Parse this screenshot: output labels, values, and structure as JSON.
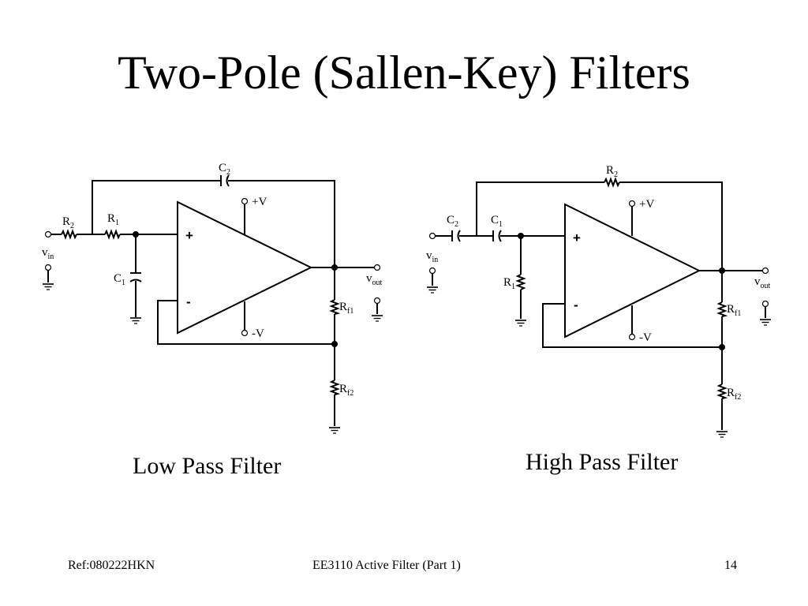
{
  "title": "Two-Pole (Sallen-Key) Filters",
  "low_pass": {
    "caption": "Low Pass Filter",
    "labels": {
      "R2": "R",
      "R2_sub": "2",
      "R1": "R",
      "R1_sub": "1",
      "C1": "C",
      "C1_sub": "1",
      "C2": "C",
      "C2_sub": "2",
      "vin": "v",
      "vin_sub": "in",
      "vout": "v",
      "vout_sub": "out",
      "Rf1": "R",
      "Rf1_sub": "f1",
      "Rf2": "R",
      "Rf2_sub": "f2",
      "plus_v": "+V",
      "minus_v": "-V",
      "plus_input": "+",
      "minus_input": "-"
    }
  },
  "high_pass": {
    "caption": "High Pass Filter",
    "labels": {
      "C2": "C",
      "C2_sub": "2",
      "C1": "C",
      "C1_sub": "1",
      "R1": "R",
      "R1_sub": "1",
      "R2": "R",
      "R2_sub": "2",
      "vin": "v",
      "vin_sub": "in",
      "vout": "v",
      "vout_sub": "out",
      "Rf1": "R",
      "Rf1_sub": "f1",
      "Rf2": "R",
      "Rf2_sub": "f2",
      "plus_v": "+V",
      "minus_v": "-V",
      "plus_input": "+",
      "minus_input": "-"
    }
  },
  "footer": {
    "ref": "Ref:080222HKN",
    "course": "EE3110 Active Filter (Part 1)",
    "page": "14"
  }
}
